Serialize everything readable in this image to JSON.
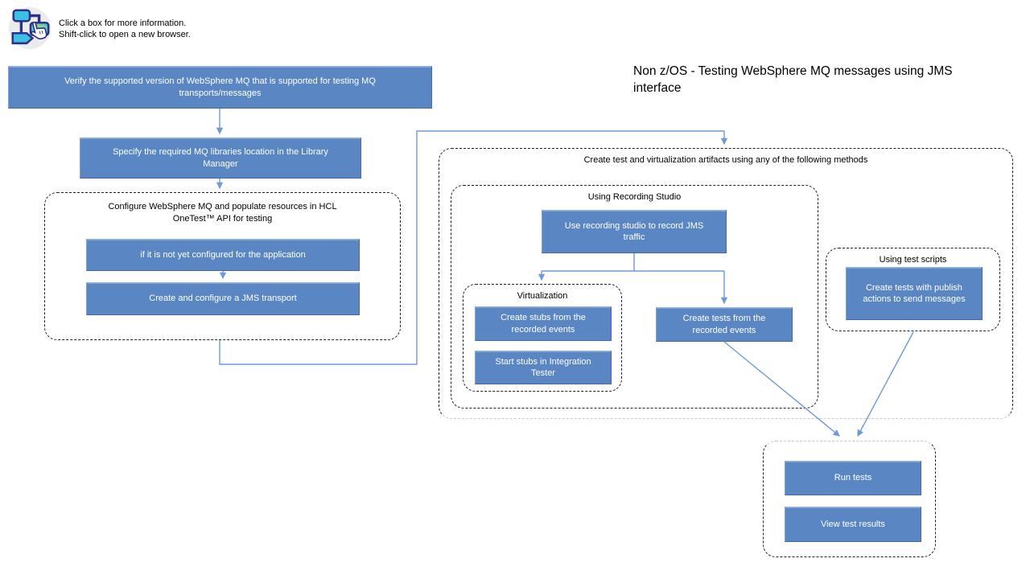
{
  "meta": {
    "title": "Non z/OS - Testing WebSphere MQ messages using JMS interface",
    "instructions": [
      "Click a box for more information.",
      "Shift-click to open a new browser."
    ],
    "icon": "flowchart-clickmap-icon"
  },
  "colors": {
    "node_fill": "#5b86c4",
    "node_border": "#46699f",
    "node_text": "#ffffff",
    "connector": "#6f9ad7",
    "dashed_border": "#1f1f1f",
    "faded_dashed_border": "#c9c9c9",
    "background": "#ffffff"
  },
  "nodes": {
    "verify": "Verify the supported version of WebSphere MQ that is supported for testing MQ transports/messages",
    "specify": "Specify the required MQ libraries location in the Library Manager",
    "not_configured": "if it is not yet configured for the application",
    "create_jms": "Create and configure a JMS transport",
    "use_recording": "Use recording studio to record JMS traffic",
    "create_stubs": "Create stubs from the recorded events",
    "start_stubs": "Start stubs in Integration Tester",
    "create_tests_recorded": "Create tests from the recorded events",
    "create_tests_publish": "Create tests with publish actions to send messages",
    "run_tests": "Run tests",
    "view_results": "View test results"
  },
  "groups": {
    "configure": "Configure WebSphere MQ and populate resources in HCL OneTest™ API for testing",
    "artifacts": "Create test and virtualization artifacts using any of the following methods",
    "recording_studio": "Using Recording Studio",
    "virtualization": "Virtualization",
    "test_scripts": "Using test scripts"
  }
}
